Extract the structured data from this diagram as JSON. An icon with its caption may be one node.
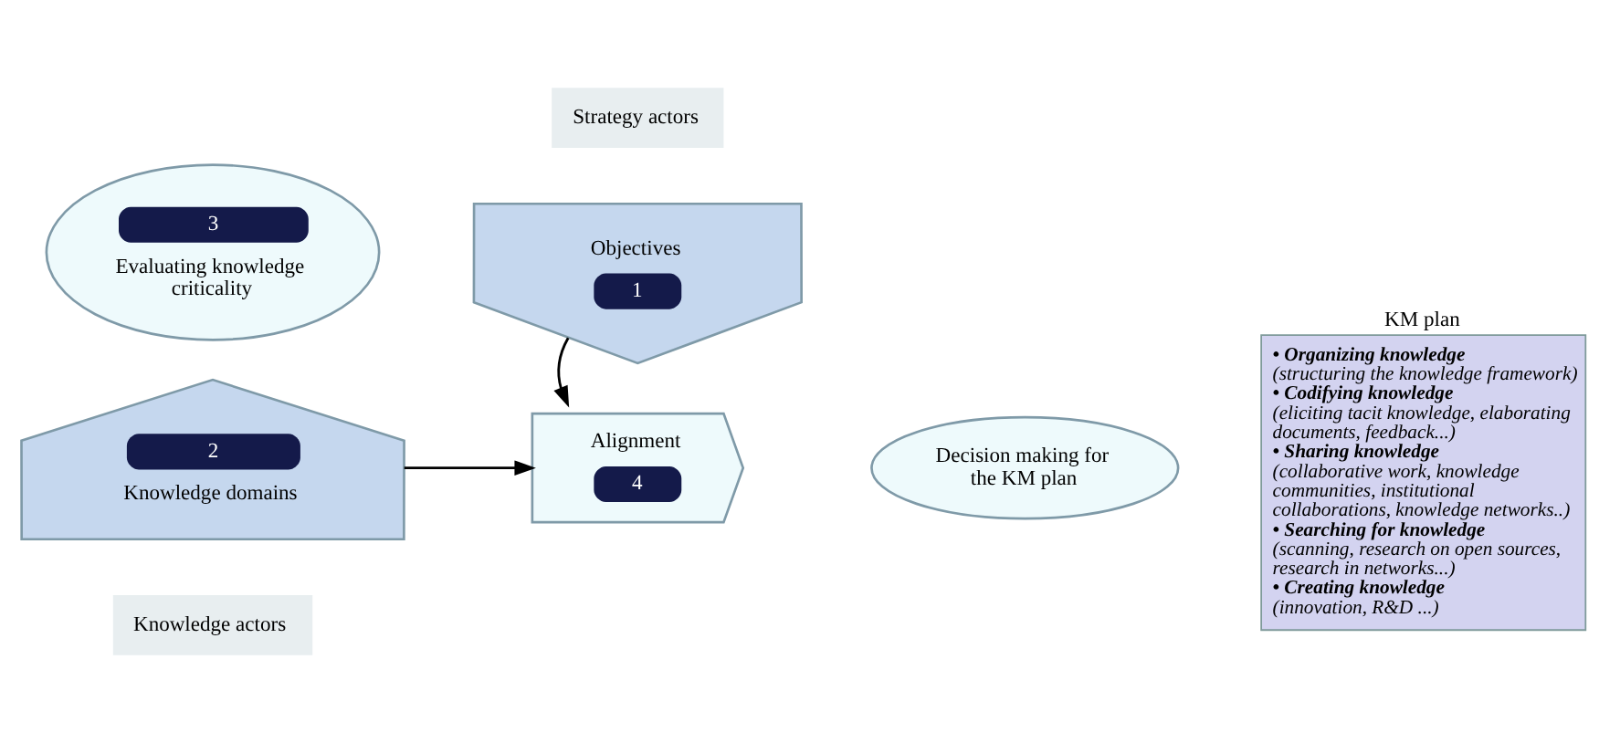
{
  "diagram": {
    "nodes": [
      {
        "text": [
          "Strategy actors"
        ]
      },
      {
        "text": [
          "Objectives",
          "1"
        ]
      },
      {
        "text": [
          "3",
          "Evaluating knowledge criticality"
        ]
      },
      {
        "text": [
          "Alignment",
          "4"
        ]
      },
      {
        "text": [
          "2",
          "Knowledge domains"
        ]
      },
      {
        "text": [
          "Decision making for the KM plan"
        ]
      },
      {
        "text": [
          "Knowledge actors"
        ]
      },
      {
        "text": [
          "KM plan",
          "• Organizing knowledge",
          "(structuring the knowledge framework)",
          "• Codifying knowledge",
          "(eliciting tacit knowledge, elaborating documents, feedback...)",
          "• Sharing knowledge",
          "(collaborative work, knowledge communities, institutional collaborations, knowledge networks..)",
          "• Searching for knowledge",
          "(scanning, research on open sources, research in networks...)",
          "• Creating knowledge",
          "(innovation, R&D ...)"
        ]
      }
    ],
    "edges": [
      {
        "from": 1,
        "to": 3,
        "arrow": "to"
      },
      {
        "from": 4,
        "to": 3,
        "arrow": "to"
      }
    ]
  }
}
